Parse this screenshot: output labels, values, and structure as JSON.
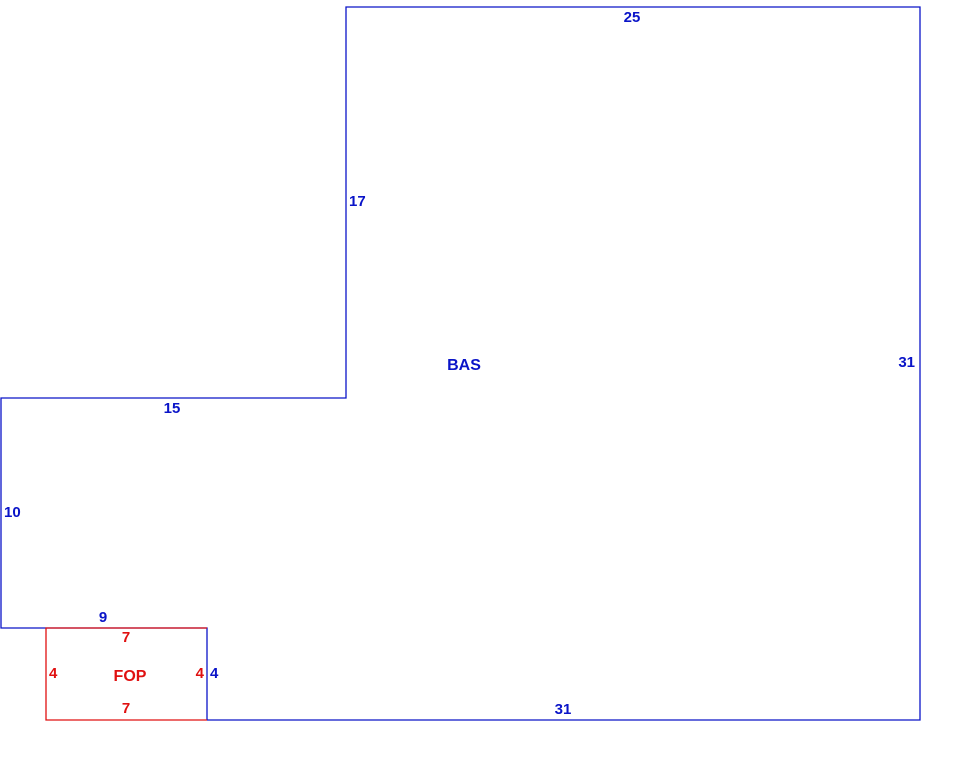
{
  "colors": {
    "bas": "#0a14c8",
    "fop": "#e01010",
    "background": "#ffffff"
  },
  "areas": {
    "bas": {
      "label": "BAS",
      "dimensions": {
        "top": "25",
        "right": "31",
        "bottom": "31",
        "notch_left_upper": "17",
        "notch_top": "15",
        "left": "10",
        "lower_left_top": "9",
        "lower_step": "4"
      }
    },
    "fop": {
      "label": "FOP",
      "dimensions": {
        "top": "7",
        "bottom": "7",
        "left": "4",
        "right": "4"
      }
    }
  }
}
